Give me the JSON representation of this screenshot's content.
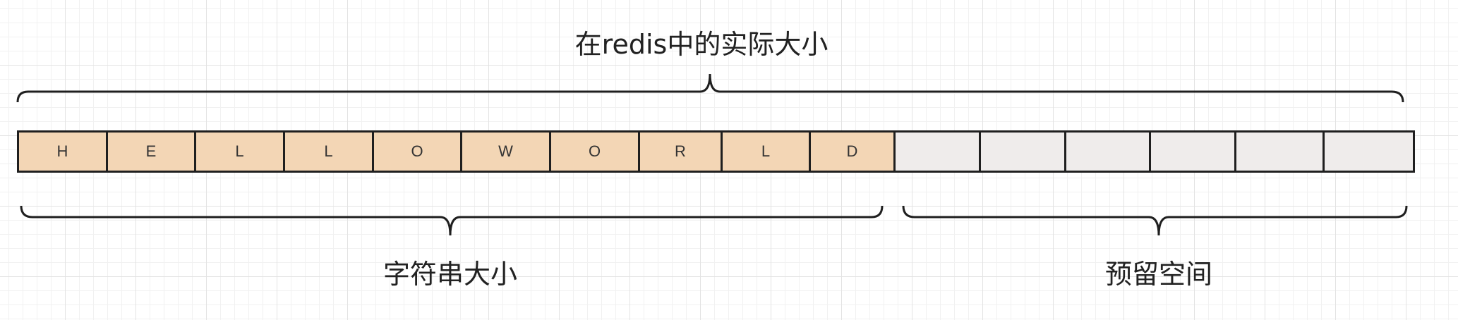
{
  "title": "在redis中的实际大小",
  "string_label": "字符串大小",
  "reserved_label": "预留空间",
  "characters": [
    "H",
    "E",
    "L",
    "L",
    "O",
    "W",
    "O",
    "R",
    "L",
    "D"
  ],
  "reserved_cell_count": 6,
  "colors": {
    "filled": "#f3d6b5",
    "empty": "#efeceb",
    "stroke": "#1f1f1f"
  }
}
